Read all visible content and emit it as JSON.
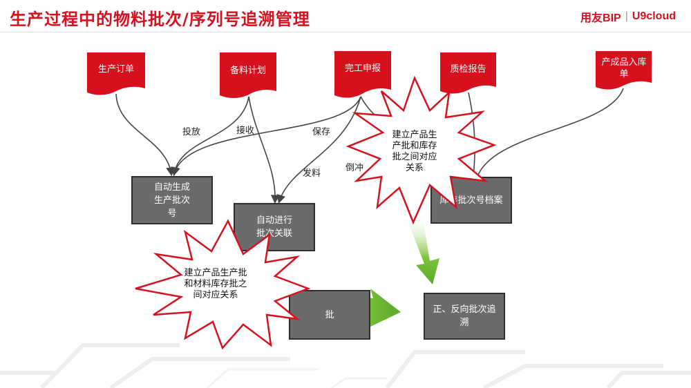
{
  "title": "生产过程中的物料批次/序列号追溯管理",
  "brand": {
    "name": "用友BIP",
    "separator": "|",
    "product": "U9cloud"
  },
  "sources": [
    {
      "id": "order",
      "label": "生产订单"
    },
    {
      "id": "plan",
      "label": "备料计划"
    },
    {
      "id": "report",
      "label": "完工申报"
    },
    {
      "id": "quality",
      "label": "质检报告"
    },
    {
      "id": "receipt",
      "label": "产成品入库单"
    }
  ],
  "boxes": {
    "auto_lot": "自动生成生产批次号",
    "auto_link": "自动进行批次关联",
    "hidden": "批",
    "inventory": "库存批次号档案",
    "trace": "正、反向批次追溯"
  },
  "edge_labels": {
    "release": "投放",
    "receive": "接收",
    "retain": "保存",
    "issue": "发料",
    "backflush": "倒冲"
  },
  "callouts": {
    "product_inventory": "建立产品生产批和库存批之间对应关系",
    "product_material": "建立产品生产批和材料库存批之间对应关系"
  },
  "colors": {
    "accent": "#d7101e",
    "box": "#6b6b6b",
    "arrow": "#7cc33b"
  }
}
